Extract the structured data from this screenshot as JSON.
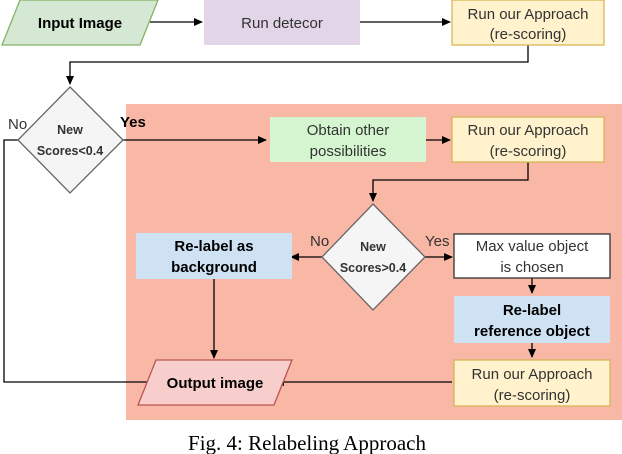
{
  "nodes": {
    "input_image": {
      "label": "Input Image",
      "fill": "#d5e8d4",
      "stroke": "#82b366"
    },
    "run_detector": {
      "label": "Run detecor",
      "fill": "#e1d5e7",
      "stroke": "#e1d5e7"
    },
    "approach_1": {
      "line1": "Run our Approach",
      "line2": "(re-scoring)",
      "fill": "#fff2cc",
      "stroke": "#d6b656"
    },
    "decision_1": {
      "line1": "New",
      "line2": "Scores<0.4",
      "fill": "#f5f5f5",
      "stroke": "#666666"
    },
    "obtain_other": {
      "line1": "Obtain other",
      "line2": "possibilities",
      "fill": "#d5f5d0",
      "stroke": "#d5f5d0"
    },
    "approach_2": {
      "line1": "Run our Approach",
      "line2": "(re-scoring)",
      "fill": "#fff2cc",
      "stroke": "#d6b656"
    },
    "decision_2": {
      "line1": "New",
      "line2": "Scores>0.4",
      "fill": "#f5f5f5",
      "stroke": "#666666"
    },
    "relabel_bg": {
      "line1": "Re-label as",
      "line2": "background",
      "fill": "#cfe2f3",
      "stroke": "#cfe2f3"
    },
    "max_value": {
      "line1": "Max value object",
      "line2": "is chosen",
      "fill": "#ffffff",
      "stroke": "#333333"
    },
    "relabel_ref": {
      "line1": "Re-label",
      "line2": "reference object",
      "fill": "#cfe2f3",
      "stroke": "#cfe2f3"
    },
    "approach_3": {
      "line1": "Run our Approach",
      "line2": "(re-scoring)",
      "fill": "#fff2cc",
      "stroke": "#d6b656"
    },
    "output_image": {
      "label": "Output image",
      "fill": "#f8cecc",
      "stroke": "#b85450"
    }
  },
  "labels": {
    "no_1": "No",
    "yes_1": "Yes",
    "no_2": "No",
    "yes_2": "Yes"
  },
  "region": {
    "fill": "#f9b7a5"
  },
  "caption": "Fig. 4: Relabeling Approach",
  "colors": {
    "arrow": "#000000"
  }
}
